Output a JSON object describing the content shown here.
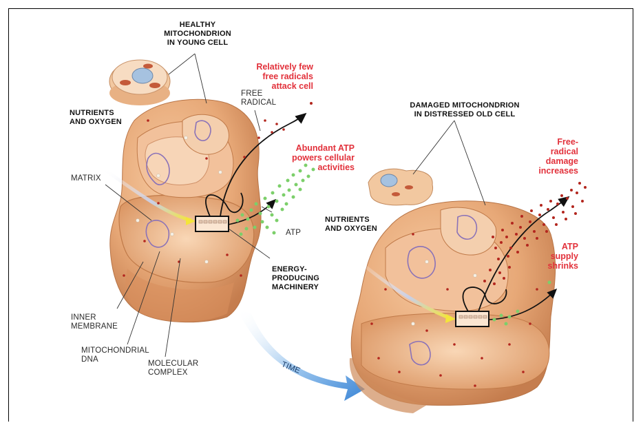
{
  "labels": {
    "healthy_title": [
      "HEALTHY",
      "MITOCHONDRION",
      "IN YOUNG CELL"
    ],
    "damaged_title": [
      "DAMAGED MITOCHONDRION",
      "IN DISTRESSED OLD CELL"
    ],
    "nutrients_left": [
      "NUTRIENTS",
      "AND OXYGEN"
    ],
    "nutrients_right": [
      "NUTRIENTS",
      "AND OXYGEN"
    ],
    "free_radical": [
      "FREE",
      "RADICAL"
    ],
    "matrix": "MATRIX",
    "atp": "ATP",
    "energy": [
      "ENERGY-",
      "PRODUCING",
      "MACHINERY"
    ],
    "inner_membrane": [
      "INNER",
      "MEMBRANE"
    ],
    "mito_dna": [
      "MITOCHONDRIAL",
      "DNA"
    ],
    "molecular_complex": [
      "MOLECULAR",
      "COMPLEX"
    ],
    "time": "TIME"
  },
  "callouts": {
    "few_radicals": [
      "Relatively few",
      "free radicals",
      "attack cell"
    ],
    "abundant_atp": [
      "Abundant ATP",
      "powers cellular",
      "activities"
    ],
    "radical_damage": [
      "Free-",
      "radical",
      "damage",
      "increases"
    ],
    "atp_shrinks": [
      "ATP",
      "supply",
      "shrinks"
    ]
  },
  "colors": {
    "mito_body": "#e7a877",
    "mito_shadow": "#c57d4e",
    "callout_red": "#e2313b",
    "atp_green": "#7ccf6a",
    "radical_red": "#b3261e",
    "nutrient_yellow": "#f4e53a",
    "time_arrow": "#4f93d8"
  }
}
